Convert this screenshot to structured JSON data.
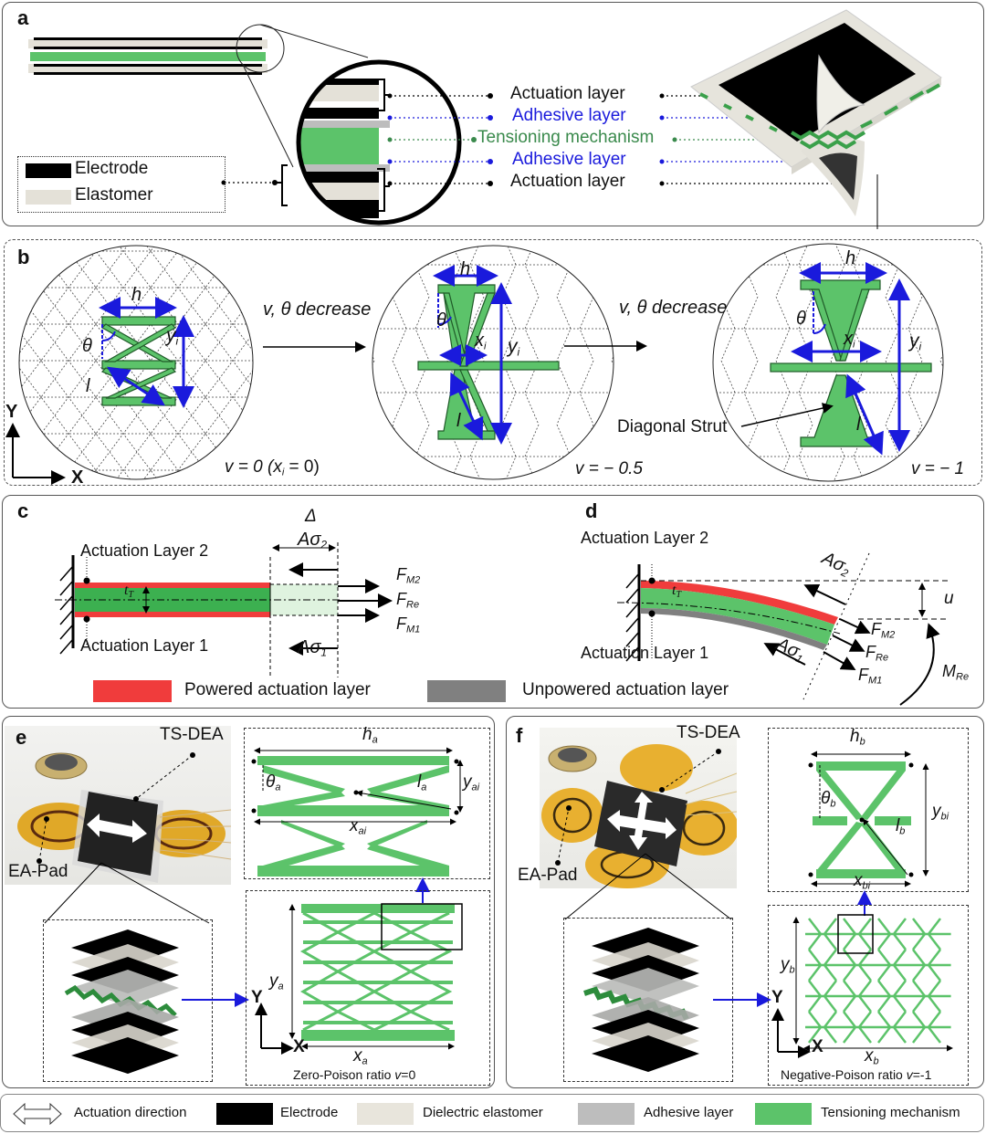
{
  "colors": {
    "electrode": "#000000",
    "elastomer": "#e4e1d8",
    "adhesive": "#bdbdbd",
    "tensioning": "#5cc36a",
    "powered": "#f03c3c",
    "unpowered": "#808080",
    "blue": "#1a1adc",
    "green_text": "#3a8a4c"
  },
  "panel_a": {
    "label": "a",
    "legend": [
      {
        "name": "Electrode"
      },
      {
        "name": "Elastomer"
      }
    ],
    "layers": [
      {
        "name": "Actuation layer",
        "color": "#111111"
      },
      {
        "name": "Adhesive layer",
        "color": "#1a1adc"
      },
      {
        "name": "Tensioning mechanism",
        "color": "#3a8a4c"
      },
      {
        "name": "Adhesive layer",
        "color": "#1a1adc"
      },
      {
        "name": "Actuation layer",
        "color": "#111111"
      }
    ]
  },
  "panel_b": {
    "label": "b",
    "transition": "v, θ decrease",
    "states": [
      {
        "caption": "v = 0 (x",
        "caption_sub": "i",
        "caption_end": " = 0)"
      },
      {
        "caption": "v = − 0.5"
      },
      {
        "caption": "v = − 1"
      }
    ],
    "symbols": {
      "h": "h",
      "theta": "θ",
      "y": "y",
      "x": "x",
      "i": "i",
      "l": "l"
    },
    "strut_label": "Diagonal Strut",
    "axis_y": "Y",
    "axis_x": "X"
  },
  "panel_c": {
    "label": "c",
    "layer2": "Actuation Layer 2",
    "layer1": "Actuation Layer 1",
    "delta": "Δ",
    "a_sigma": "Aσ",
    "sub2": "2",
    "sub1": "1",
    "t": "t",
    "t_sub": "T",
    "F": "F",
    "FM2_sub": "M2",
    "FRe_sub": "Re",
    "FM1_sub": "M1"
  },
  "panel_d": {
    "label": "d",
    "layer2": "Actuation Layer 2",
    "layer1": "Actuation Layer 1",
    "u": "u",
    "M": "M",
    "M_sub": "Re"
  },
  "cd_legend": {
    "powered": "Powered actuation layer",
    "unpowered": "Unpowered actuation layer"
  },
  "panel_e": {
    "label": "e",
    "device": "TS-DEA",
    "pad": "EA-Pad",
    "h": "h",
    "h_sub": "a",
    "theta": "θ",
    "theta_sub": "a",
    "l": "l",
    "l_sub": "a",
    "yi": "y",
    "yi_sub": "ai",
    "xi": "x",
    "xi_sub": "ai",
    "y": "y",
    "y_sub": "a",
    "x": "x",
    "x_sub": "a",
    "axis_y": "Y",
    "axis_x": "X",
    "caption": "Zero-Poison ratio ",
    "caption_v": "v",
    "caption_val": "=0"
  },
  "panel_f": {
    "label": "f",
    "device": "TS-DEA",
    "pad": "EA-Pad",
    "h": "h",
    "h_sub": "b",
    "theta": "θ",
    "theta_sub": "b",
    "l": "l",
    "l_sub": "b",
    "yi": "y",
    "yi_sub": "bi",
    "xi": "x",
    "xi_sub": "bi",
    "y": "y",
    "y_sub": "b",
    "x": "x",
    "x_sub": "b",
    "axis_y": "Y",
    "axis_x": "X",
    "caption": "Negative-Poison ratio ",
    "caption_v": "v",
    "caption_val": "=-1"
  },
  "bottom_legend": [
    {
      "name": "Actuation direction"
    },
    {
      "name": "Electrode"
    },
    {
      "name": "Dielectric elastomer"
    },
    {
      "name": "Adhesive layer"
    },
    {
      "name": "Tensioning mechanism"
    }
  ]
}
